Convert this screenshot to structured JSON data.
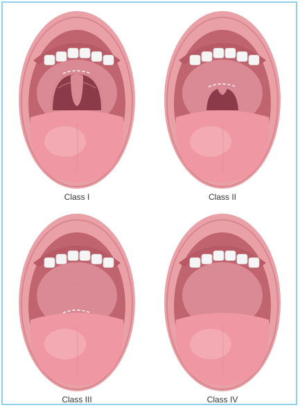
{
  "figure": {
    "panels": [
      {
        "label": "Class I",
        "soft_palate": 1.0,
        "uvula": 1.0,
        "pillars": 1.0
      },
      {
        "label": "Class II",
        "soft_palate": 1.0,
        "uvula": 0.6,
        "pillars": 0.0
      },
      {
        "label": "Class III",
        "soft_palate": 1.0,
        "uvula": 0.0,
        "pillars": 0.0
      },
      {
        "label": "Class IV",
        "soft_palate": 0.0,
        "uvula": 0.0,
        "pillars": 0.0
      }
    ]
  },
  "colors": {
    "frame_border": "#8fd0ea",
    "lip": "#e9a0a6",
    "lip_shadow": "#d8868e",
    "mouth_inner": "#c06470",
    "palate": "#d98a94",
    "throat": "#8a3a48",
    "tongue": "#ef98a3",
    "tongue_highlight": "#f7b9c0",
    "teeth": "#f5f5f5",
    "gum": "#b85a66",
    "dashed_line": "#ffffff"
  }
}
